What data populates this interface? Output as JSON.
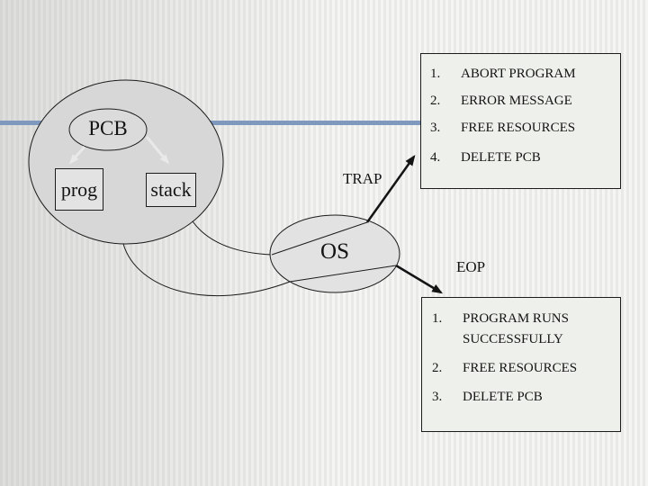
{
  "slide": {
    "colors": {
      "accent_line": "#7e99bd",
      "process_ellipse_fill": "#d7d7d7",
      "pcb_ellipse_fill": "#dbdbdb",
      "os_ellipse_fill": "#e2e2e2",
      "memory_box_fill": "#e3e3e3",
      "list_box_fill": "#eef0eb",
      "outline": "#1c1c1c",
      "soft_arrow": "#e9e9e9"
    }
  },
  "diagram": {
    "pcb_label": "PCB",
    "prog_label": "prog",
    "stack_label": "stack",
    "os_label": "OS",
    "trap_label": "TRAP",
    "eop_label": "EOP"
  },
  "trap_list": {
    "items": [
      {
        "number": "1.",
        "text": "ABORT PROGRAM"
      },
      {
        "number": "2.",
        "text": "ERROR MESSAGE"
      },
      {
        "number": "3.",
        "text": "FREE RESOURCES"
      },
      {
        "number": "4.",
        "text": "DELETE PCB"
      }
    ]
  },
  "eop_list": {
    "items": [
      {
        "number": "1.",
        "text": "PROGRAM RUNS SUCCESSFULLY"
      },
      {
        "number": "2.",
        "text": "FREE RESOURCES"
      },
      {
        "number": "3.",
        "text": "DELETE PCB"
      }
    ]
  }
}
